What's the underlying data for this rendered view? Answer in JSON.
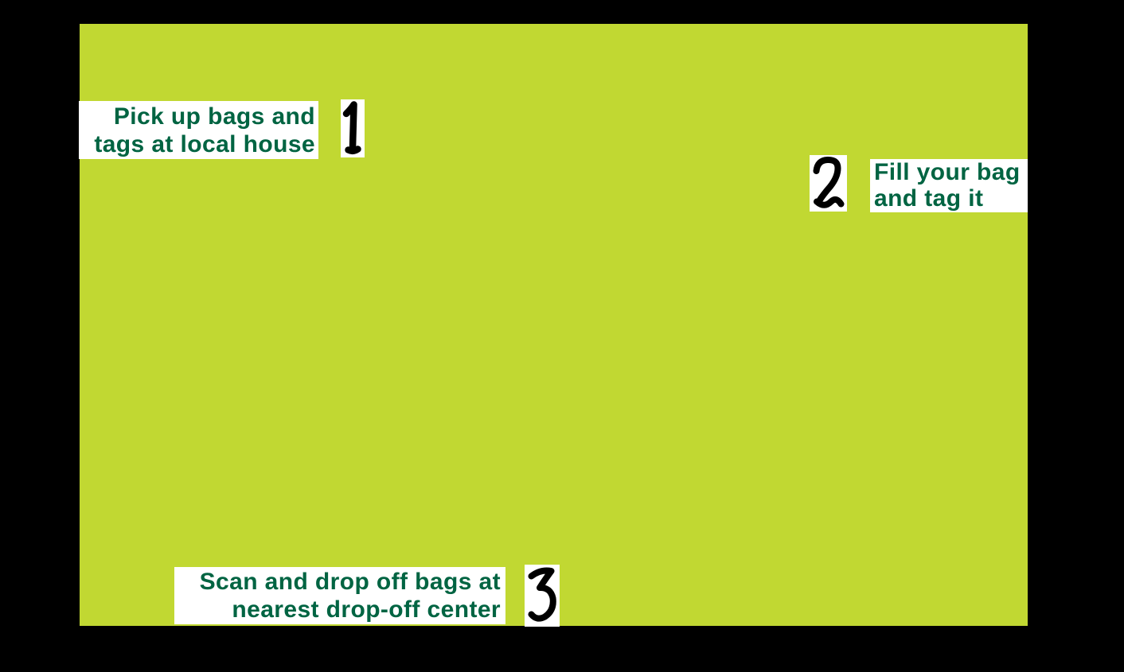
{
  "page": {
    "background_color": "#000000"
  },
  "poster": {
    "background_color": "#c1d832",
    "label_background_color": "#ffffff",
    "text_color": "#006442",
    "numeral_color": "#000000"
  },
  "steps": [
    {
      "number": "1",
      "lines": [
        "Pick up bags and",
        "tags at local house"
      ]
    },
    {
      "number": "2",
      "lines": [
        "Fill your bag",
        "and tag it"
      ]
    },
    {
      "number": "3",
      "lines": [
        "Scan and drop off bags at",
        "nearest drop-off center"
      ]
    }
  ]
}
